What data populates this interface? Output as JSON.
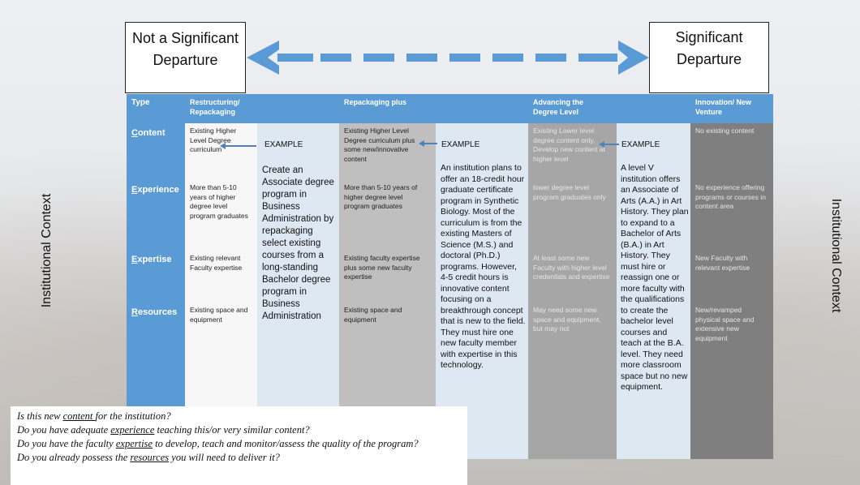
{
  "top": {
    "left_label": "Not a Significant Departure",
    "right_label": "Significant Departure",
    "arrow_color": "#5b9bd5"
  },
  "side_label": "Institutional Context",
  "headers": {
    "type": "Type",
    "col1": "Restructuring/ Repackaging",
    "col2": "Repackaging plus",
    "col3": "Advancing the Degree Level",
    "col4": "Innovation/ New Venture"
  },
  "rows": {
    "content_first": "C",
    "content_rest": "ontent",
    "experience_first": "E",
    "experience_rest": "xperience",
    "expertise_first": "E",
    "expertise_rest": "xpertise",
    "resources_first": "R",
    "resources_rest": "esources"
  },
  "col1": {
    "content": "Existing Higher Level Degree curriculum",
    "experience": "More than 5-10 years of higher degree level program graduates",
    "expertise": "Existing relevant Faculty expertise",
    "resources": "Existing space and equipment",
    "example_label": "EXAMPLE",
    "example_text": "Create an Associate degree program in Business Administration by repackaging select existing courses from a long-standing Bachelor degree program in Business Administration"
  },
  "col2": {
    "content": "Existing Higher Level Degree curriculum plus some new/innovative content",
    "experience": "More than 5-10 years of higher degree level program graduates",
    "expertise": "Existing faculty expertise plus some new faculty expertise",
    "resources": "Existing space and equipment",
    "example_label": "EXAMPLE",
    "example_text": "An institution plans to offer an 18-credit hour graduate certificate program in Synthetic Biology. Most of the curriculum is from the existing Masters of Science (M.S.) and doctoral (Ph.D.) programs. However, 4-5 credit hours is innovative content focusing on a breakthrough concept that is new to the field.  They must hire one new faculty member with expertise in this technology."
  },
  "col3": {
    "content": "Existing Lower level degree content only, Develop new content at higher level",
    "experience": "lower degree level program graduates only",
    "expertise": "At least some new Faculty with higher level credentials and expertise",
    "resources": "May need some new space and equipment, but may not",
    "example_label": "EXAMPLE",
    "example_text": "A level V institution offers an Associate of Arts (A.A.) in Art History.  They plan to expand to a Bachelor of Arts (B.A.) in Art History.  They must hire or reassign one or more faculty with the qualifications to create the bachelor level courses and teach at the B.A. level.  They need more classroom space but no new equipment."
  },
  "col4": {
    "content": "No existing content",
    "experience": "No experience offering programs or courses in content area",
    "expertise": "New Faculty with relevant expertise",
    "resources": "New/revamped physical space and extensive new equipment"
  },
  "questions": {
    "q1_a": "Is this new ",
    "q1_u": "content ",
    "q1_b": "for the institution?",
    "q2_a": "Do you have adequate ",
    "q2_u": "experience",
    "q2_b": " teaching this/or very similar content?",
    "q3_a": "Do you have the faculty ",
    "q3_u": "expertise",
    "q3_b": " to develop, teach and monitor/assess the quality of the program?",
    "q4_a": "Do you already possess the ",
    "q4_u": "resources",
    "q4_b": " you will need to deliver it?"
  }
}
